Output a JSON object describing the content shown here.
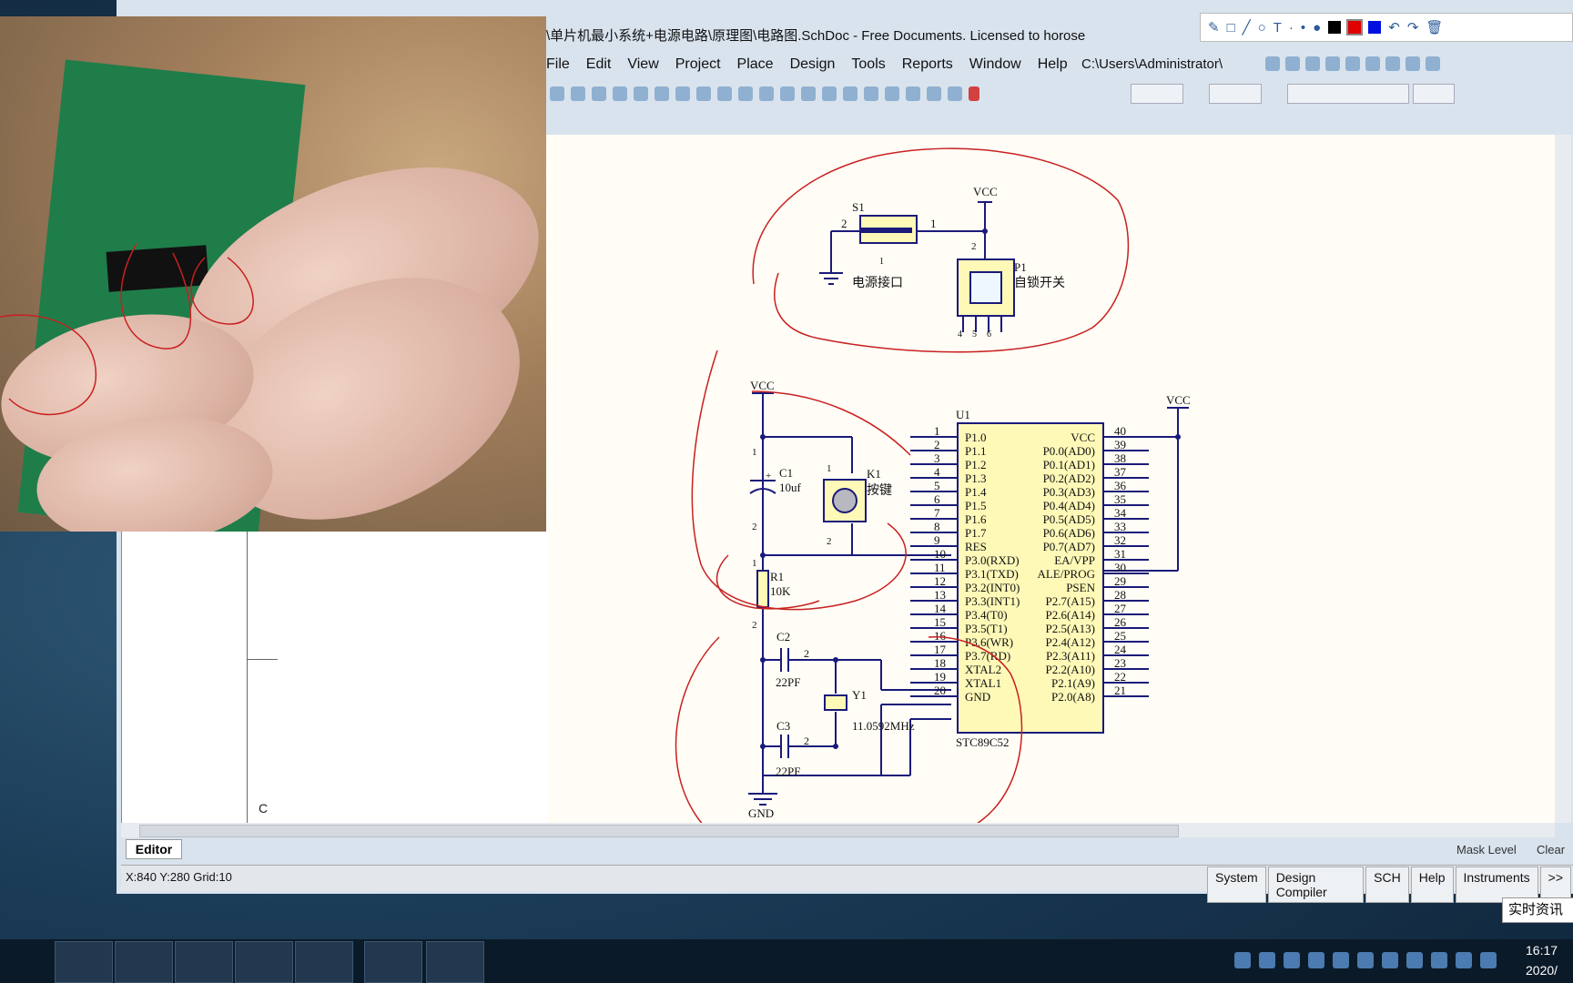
{
  "window": {
    "title": "\\单片机最小系统+电源电路\\原理图\\电路图.SchDoc - Free Documents. Licensed to horose"
  },
  "menu": {
    "items": [
      "File",
      "Edit",
      "View",
      "Project",
      "Place",
      "Design",
      "Tools",
      "Reports",
      "Window",
      "Help"
    ],
    "path": "C:\\Users\\Administrator\\"
  },
  "schematic": {
    "power_block": {
      "s1_ref": "S1",
      "s1_label": "电源接口",
      "p1_ref": "P1",
      "p1_label": "自锁开关",
      "vcc": "VCC",
      "pin1": "1",
      "pin2": "2",
      "p1_pin2": "2",
      "p1_pin4": "4",
      "p1_pin5": "5",
      "p1_pin6": "6",
      "s1_pin1_low": "1"
    },
    "reset_block": {
      "vcc": "VCC",
      "c1_ref": "C1",
      "c1_value": "10uf",
      "c1_plus": "+",
      "c1_pin1": "1",
      "c1_pin2": "2",
      "k1_ref": "K1",
      "k1_label": "按键",
      "k1_pin1": "1",
      "k1_pin2": "2",
      "r1_ref": "R1",
      "r1_value": "10K",
      "r1_pin1": "1",
      "r1_pin2": "2"
    },
    "clock_block": {
      "c2_ref": "C2",
      "c2_value": "22PF",
      "c2_pin": "2",
      "c3_ref": "C3",
      "c3_value": "22PF",
      "c3_pin": "2",
      "y1_ref": "Y1",
      "y1_value": "11.0592MHz",
      "gnd": "GND"
    },
    "mcu": {
      "ref": "U1",
      "part": "STC89C52",
      "right_vcc": "VCC",
      "left_pins": [
        {
          "num": "1",
          "name": "P1.0"
        },
        {
          "num": "2",
          "name": "P1.1"
        },
        {
          "num": "3",
          "name": "P1.2"
        },
        {
          "num": "4",
          "name": "P1.3"
        },
        {
          "num": "5",
          "name": "P1.4"
        },
        {
          "num": "6",
          "name": "P1.5"
        },
        {
          "num": "7",
          "name": "P1.6"
        },
        {
          "num": "8",
          "name": "P1.7"
        },
        {
          "num": "9",
          "name": "RES"
        },
        {
          "num": "10",
          "name": "P3.0(RXD)"
        },
        {
          "num": "11",
          "name": "P3.1(TXD)"
        },
        {
          "num": "12",
          "name": "P3.2(INT0)"
        },
        {
          "num": "13",
          "name": "P3.3(INT1)"
        },
        {
          "num": "14",
          "name": "P3.4(T0)"
        },
        {
          "num": "15",
          "name": "P3.5(T1)"
        },
        {
          "num": "16",
          "name": "P3.6(WR)"
        },
        {
          "num": "17",
          "name": "P3.7(RD)"
        },
        {
          "num": "18",
          "name": "XTAL2"
        },
        {
          "num": "19",
          "name": "XTAL1"
        },
        {
          "num": "20",
          "name": "GND"
        }
      ],
      "right_pins": [
        {
          "num": "40",
          "name": "VCC"
        },
        {
          "num": "39",
          "name": "P0.0(AD0)"
        },
        {
          "num": "38",
          "name": "P0.1(AD1)"
        },
        {
          "num": "37",
          "name": "P0.2(AD2)"
        },
        {
          "num": "36",
          "name": "P0.3(AD3)"
        },
        {
          "num": "35",
          "name": "P0.4(AD4)"
        },
        {
          "num": "34",
          "name": "P0.5(AD5)"
        },
        {
          "num": "33",
          "name": "P0.6(AD6)"
        },
        {
          "num": "32",
          "name": "P0.7(AD7)"
        },
        {
          "num": "31",
          "name": "EA/VPP"
        },
        {
          "num": "30",
          "name": "ALE/PROG"
        },
        {
          "num": "29",
          "name": "PSEN"
        },
        {
          "num": "28",
          "name": "P2.7(A15)"
        },
        {
          "num": "27",
          "name": "P2.6(A14)"
        },
        {
          "num": "26",
          "name": "P2.5(A13)"
        },
        {
          "num": "25",
          "name": "P2.4(A12)"
        },
        {
          "num": "24",
          "name": "P2.3(A11)"
        },
        {
          "num": "23",
          "name": "P2.2(A10)"
        },
        {
          "num": "22",
          "name": "P2.1(A9)"
        },
        {
          "num": "21",
          "name": "P2.0(A8)"
        }
      ]
    }
  },
  "left_panel": {
    "letter": "C"
  },
  "bottom": {
    "editor_tab": "Editor",
    "mask_level": "Mask Level",
    "clear": "Clear",
    "coords": "X:840 Y:280   Grid:10",
    "panels": [
      "System",
      "Design Compiler",
      "SCH",
      "Help",
      "Instruments",
      ">>"
    ]
  },
  "overlay": {
    "tooltip": "实时资讯"
  },
  "taskbar": {
    "time": "16:17",
    "date": "2020/"
  },
  "colors": {
    "wire": "#1a1a7a",
    "component_fill": "#fff9b8",
    "annotation": "#c82020",
    "canvas": "#fffdf6"
  }
}
